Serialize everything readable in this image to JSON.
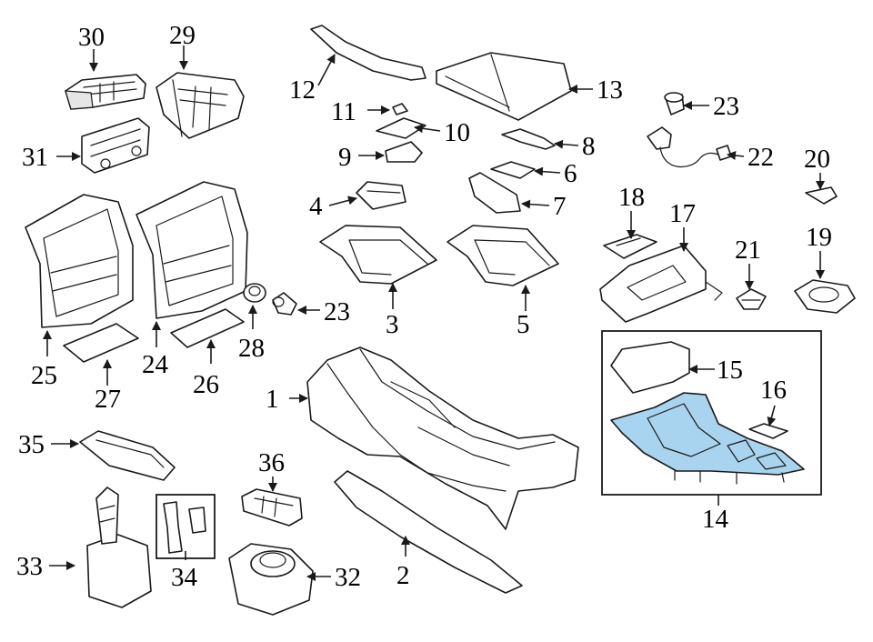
{
  "highlight_color": "#a9d4ef",
  "callouts": {
    "c1": "1",
    "c2": "2",
    "c3": "3",
    "c4": "4",
    "c5": "5",
    "c6": "6",
    "c7": "7",
    "c8": "8",
    "c9": "9",
    "c10": "10",
    "c11": "11",
    "c12": "12",
    "c13": "13",
    "c14": "14",
    "c15": "15",
    "c16": "16",
    "c17": "17",
    "c18": "18",
    "c19": "19",
    "c20": "20",
    "c21": "21",
    "c22": "22",
    "c23a": "23",
    "c23b": "23",
    "c24": "24",
    "c25": "25",
    "c26": "26",
    "c27": "27",
    "c28": "28",
    "c29": "29",
    "c30": "30",
    "c31": "31",
    "c32": "32",
    "c33": "33",
    "c34": "34",
    "c35": "35",
    "c36": "36"
  }
}
